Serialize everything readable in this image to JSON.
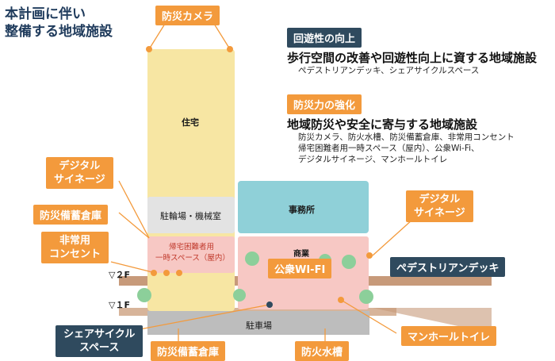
{
  "title": {
    "line1": "本計画に伴い",
    "line2": "整備する地域施設"
  },
  "section1": {
    "badge": "回遊性の向上",
    "heading": "歩行空間の改善や回遊性向上に資する地域施設",
    "items": "ぺデストリアンデッキ、シェアサイクルスペース"
  },
  "section2": {
    "badge": "防災力の強化",
    "heading": "地域防災や安全に寄与する地域施設",
    "items_line1": "防災カメラ、防火水槽、防災備蓄倉庫、非常用コンセント",
    "items_line2": "帰宅困難者用一時スペース（屋内）、公衆Wi-Fi、",
    "items_line3": "デジタルサイネージ、マンホールトイレ"
  },
  "building": {
    "housing": "住宅",
    "bicycle": "駐輪場・機械室",
    "shelter_line1": "帰宅困難者用",
    "shelter_line2": "一時スペース（屋内）",
    "office": "事務所",
    "commerce": "商業",
    "parking": "駐車場",
    "level2": "▽２F",
    "level1": "▽１F"
  },
  "labels": {
    "camera": "防災カメラ",
    "signage_left_1": "デジタル",
    "signage_left_2": "サイネージ",
    "storage_top": "防災備蓄倉庫",
    "outlet_1": "非常用",
    "outlet_2": "コンセント",
    "wifi": "公衆WI-FI",
    "signage_right_1": "デジタル",
    "signage_right_2": "サイネージ",
    "deck": "ぺデストリアンデッキ",
    "share_cycle_1": "シェアサイクル",
    "share_cycle_2": "スペース",
    "manhole": "マンホールトイレ",
    "storage_bottom": "防災備蓄倉庫",
    "water_tank": "防火水槽"
  },
  "colors": {
    "orange": "#f39a3c",
    "navy": "#2f4a5e",
    "housing_yellow": "#f7e6a3",
    "office_teal": "#8fd0d8",
    "commerce_pink": "#f7c8c4",
    "parking_gray": "#bdbdbd",
    "deck_brown": "#c79a7a"
  }
}
